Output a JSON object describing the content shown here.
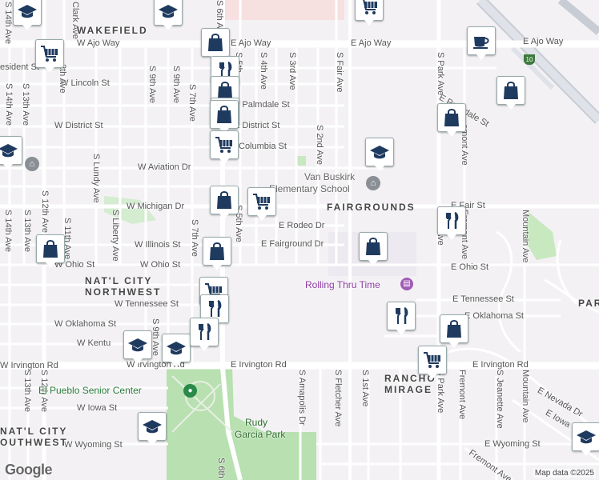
{
  "streets": {
    "clark_ave": "Clark Ave",
    "w_ajo_way": "W Ajo Way",
    "e_ajo_way": "E Ajo Way",
    "e_ajo_way_2": "E Ajo Way",
    "w_lincoln": "W Lincoln St",
    "e_palmdale": "E Palmdale St",
    "e_palmdale_2": "E Palmdale St",
    "w_district": "W District St",
    "e_district": "E District St",
    "columbia": "Columbia St",
    "w_aviation": "W Aviation Dr",
    "w_michigan": "W Michigan Dr",
    "e_fair": "E Fair St",
    "e_rodeo": "E Rodeo Dr",
    "w_illinois": "W Illinois St",
    "e_fairground": "E Fairground Dr",
    "w_ohio": "W Ohio St",
    "w_ohio_2": "W Ohio St",
    "e_ohio": "E Ohio St",
    "w_tennessee": "W Tennessee St",
    "e_tennessee": "E Tennessee St",
    "w_oklahoma": "W Oklahoma St",
    "e_oklahoma": "E Oklahoma St",
    "w_kentucky": "W Kentu",
    "w_irvington": "W Irvington Rd",
    "w_irvington_2": "W Irvington Rd",
    "e_irvington": "E Irvington Rd",
    "e_irvington_2": "E Irvington Rd",
    "w_iowa": "W Iowa St",
    "e_iowa": "E Iowa",
    "w_wyoming": "W Wyoming St",
    "e_wyoming": "E Wyoming St",
    "e_nevada": "E Nevada Dr",
    "resident_st": "esident St",
    "s_14th_top": "S 14th Ave",
    "s_14th": "S 14th Ave",
    "s_14th_2": "S 14th Ave",
    "s_13th": "S 13th Ave",
    "s_13th_2": "S 13th Ave",
    "s_13th_3": "S 13th Ave",
    "s_12th": "S 12th Ave",
    "s_12th_2": "S 12th Ave",
    "s_12th_top": "2th Ave",
    "s_11th": "S 11th Ave",
    "s_lundy": "S Lundy Ave",
    "s_liberty": "S Liberty Ave",
    "s_9th_a": "S 9th Ave",
    "s_9th_b": "S 9th Ave",
    "s_9th_c": "S 9th Ave",
    "s_7th": "S 7th Ave",
    "s_7th_2": "S 7th Ave",
    "s_6th": "S 6th Ave",
    "s_6th_2": "S 6th Ave",
    "s_6th_3": "S 6th",
    "s_5th": "S 5th Ave",
    "s_5th_top": "S 5th",
    "s_4th": "S 4th Ave",
    "s_3rd": "S 3rd Ave",
    "s_2nd": "S 2nd Ave",
    "s_fair": "S Fair Ave",
    "s_amapolis": "S Amapolis Dr",
    "s_fletcher": "S Fletcher Ave",
    "s_1st": "S 1st Ave",
    "s_park": "S Park Ave",
    "s_park_2": "S Park Ave",
    "s_park_3": "k Ave",
    "fremont": "Fremont Ave",
    "fremont_2": "Fremont Ave",
    "fremont_3": "emont Ave",
    "fremont_4": "Fremont Ave",
    "mountain": "Mountain Ave",
    "mountain_2": "Mountain Ave",
    "s_jeanette": "S Jeanette Ave",
    "hwy10": "10"
  },
  "areas": {
    "wakefield": "WAKEFIELD",
    "fairgrounds": "FAIRGROUNDS",
    "natl_city_nw_1": "NAT'L CITY",
    "natl_city_nw_2": "NORTHWEST",
    "rancho_1": "RANCHO",
    "rancho_2": "MIRAGE",
    "natl_city_sw_1": "NAT'L CITY",
    "natl_city_sw_2": "OUTHWEST",
    "par": "PAR"
  },
  "places": {
    "van_buskirk_1": "Van Buskirk",
    "van_buskirk_2": "Elementary School",
    "rolling_thru": "Rolling Thru Time",
    "el_pueblo": "El Pueblo Senior Center",
    "rudy_1": "Rudy",
    "rudy_2": "Garcia Park"
  },
  "footer": {
    "logo": "Google",
    "copyright": "Map data ©2025"
  },
  "colors": {
    "marker_icon": "#1f3a5f",
    "poi_purple": "#8e3ba5",
    "park_green": "#b8e0b0",
    "school_gray": "#8a8f96"
  },
  "markers": [
    {
      "id": "school-1",
      "icon": "school-icon"
    },
    {
      "id": "school-2",
      "icon": "school-icon"
    },
    {
      "id": "shop-1",
      "icon": "shopping-bag-icon"
    },
    {
      "id": "grocery-1",
      "icon": "grocery-cart-icon"
    },
    {
      "id": "shop-2",
      "icon": "shopping-bag-icon"
    },
    {
      "id": "cafe-1",
      "icon": "coffee-cup-icon"
    },
    {
      "id": "grocery-2",
      "icon": "grocery-cart-icon"
    },
    {
      "id": "restaurant-1",
      "icon": "fork-knife-icon"
    },
    {
      "id": "shop-3",
      "icon": "shopping-bag-icon"
    },
    {
      "id": "shop-4",
      "icon": "shopping-bag-icon"
    },
    {
      "id": "shop-5",
      "icon": "shopping-bag-icon"
    },
    {
      "id": "grocery-3",
      "icon": "grocery-cart-icon"
    },
    {
      "id": "school-3",
      "icon": "school-icon"
    },
    {
      "id": "shop-6",
      "icon": "shopping-bag-icon"
    },
    {
      "id": "grocery-4",
      "icon": "grocery-cart-icon"
    },
    {
      "id": "school-4",
      "icon": "school-icon"
    },
    {
      "id": "restaurant-2",
      "icon": "fork-knife-icon"
    },
    {
      "id": "shop-7",
      "icon": "shopping-bag-icon"
    },
    {
      "id": "shop-8",
      "icon": "shopping-bag-icon"
    },
    {
      "id": "shop-9",
      "icon": "shopping-bag-icon"
    },
    {
      "id": "grocery-5",
      "icon": "grocery-cart-icon"
    },
    {
      "id": "restaurant-3",
      "icon": "fork-knife-icon"
    },
    {
      "id": "restaurant-4",
      "icon": "fork-knife-icon"
    },
    {
      "id": "shop-10",
      "icon": "shopping-bag-icon"
    },
    {
      "id": "school-5",
      "icon": "school-icon"
    },
    {
      "id": "school-6",
      "icon": "school-icon"
    },
    {
      "id": "restaurant-5",
      "icon": "fork-knife-icon"
    },
    {
      "id": "grocery-6",
      "icon": "grocery-cart-icon"
    },
    {
      "id": "school-7",
      "icon": "school-icon"
    },
    {
      "id": "school-8",
      "icon": "school-icon"
    },
    {
      "id": "shop-11",
      "icon": "shopping-bag-icon"
    }
  ]
}
